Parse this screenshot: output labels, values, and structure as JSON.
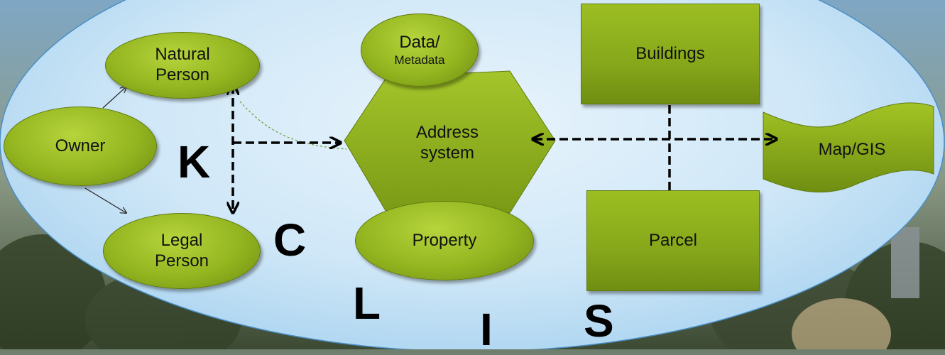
{
  "nodes": {
    "natural_person": {
      "line1": "Natural",
      "line2": "Person"
    },
    "owner": "Owner",
    "legal_person": {
      "line1": "Legal",
      "line2": "Person"
    },
    "data_metadata": {
      "line1": "Data/",
      "line2": "Metadata"
    },
    "address_system": {
      "line1": "Address",
      "line2": "system"
    },
    "property": "Property",
    "buildings": "Buildings",
    "parcel": "Parcel",
    "map_gis": "Map/GIS"
  },
  "letters": {
    "k": "K",
    "c": "C",
    "l": "L",
    "i": "I",
    "s": "S"
  },
  "colors": {
    "node_fill": "#93b51f",
    "backdrop": "#cfe7f7",
    "arrow": "#000000"
  }
}
